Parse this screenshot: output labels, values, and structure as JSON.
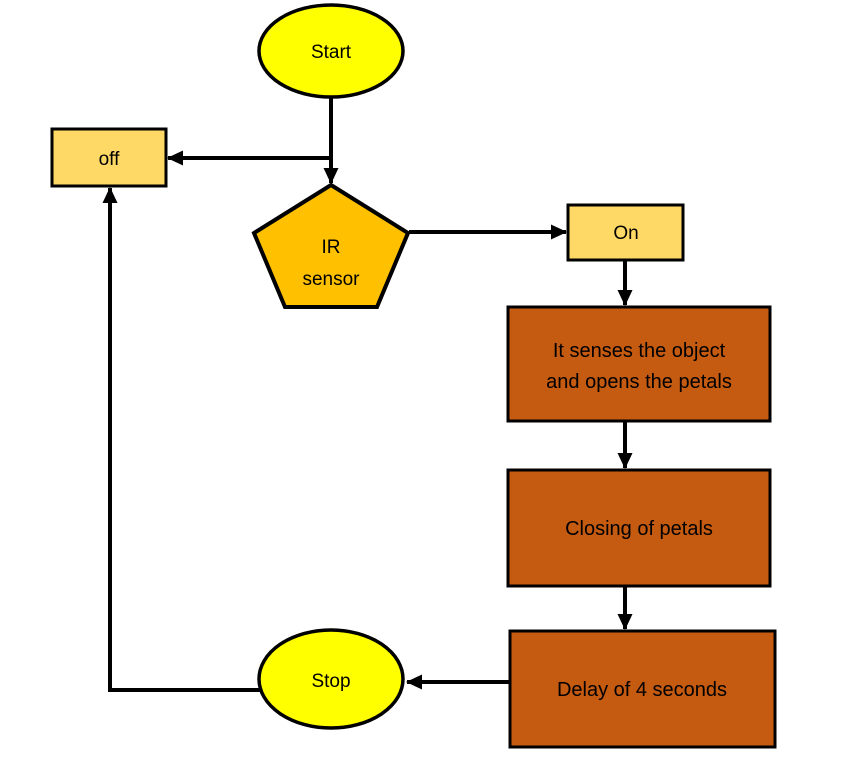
{
  "colors": {
    "background": "#FFFFFF",
    "line": "#000000",
    "yellow": "#FFFF00",
    "gold": "#FFC000",
    "light_gold": "#FFD966",
    "dark_orange": "#C55A11",
    "label_text": "#000000",
    "dark_box_text": "#2B1200"
  },
  "nodes": {
    "start": {
      "label": "Start"
    },
    "off": {
      "label": "off"
    },
    "ir_sensor": {
      "line1": "IR",
      "line2": "sensor"
    },
    "on": {
      "label": "On"
    },
    "senses": {
      "line1": "It senses the object",
      "line2": "and opens the petals"
    },
    "closing": {
      "label": "Closing of petals"
    },
    "delay": {
      "label": "Delay of 4 seconds"
    },
    "stop": {
      "label": "Stop"
    }
  }
}
